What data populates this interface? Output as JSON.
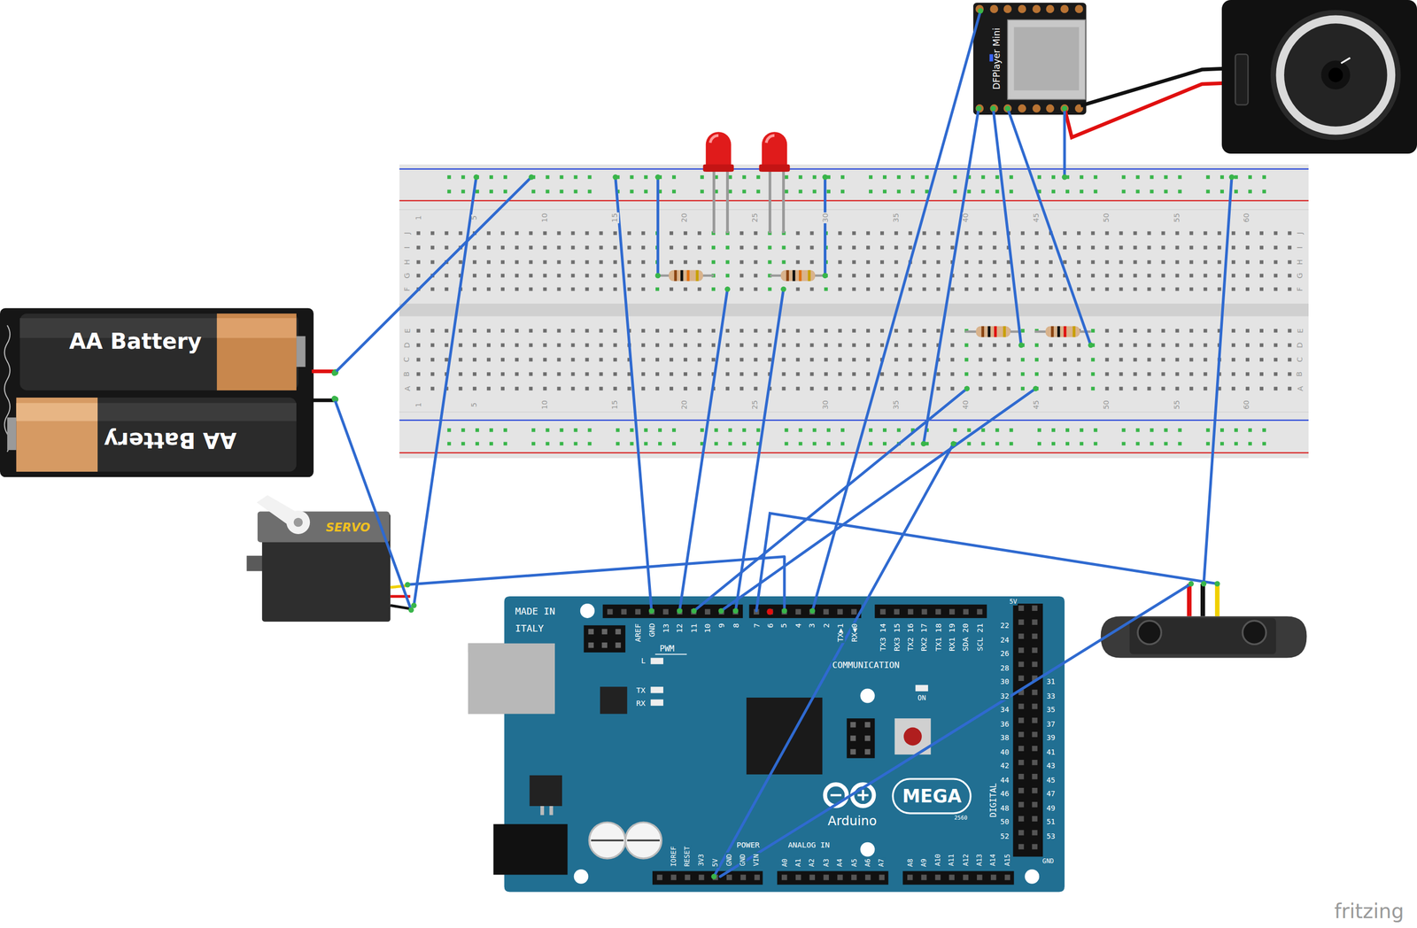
{
  "diagram": {
    "nodes": [
      {
        "text": [
          "AA Battery",
          "AA Battery"
        ]
      },
      {
        "text": [
          "SERVO"
        ]
      },
      {
        "text": [
          "DFPlayer Mini"
        ]
      },
      {
        "text": [
          "MADE IN",
          "ITALY",
          "AREF",
          "GND",
          "13",
          "12",
          "11",
          "10",
          "9",
          "8",
          "7",
          "6",
          "5",
          "4",
          "3",
          "2",
          "TX▶1",
          "RX◀0",
          "TX3 14",
          "RX3 15",
          "TX2 16",
          "RX2 17",
          "TX1 18",
          "RX1 19",
          "SDA 20",
          "SCL 21",
          "PWM",
          "L",
          "TX",
          "RX",
          "COMMUNICATION",
          "ON",
          "MEGA",
          "Arduino",
          "2560",
          "DIGITAL",
          "5V",
          "GND",
          "22",
          "24",
          "26",
          "28",
          "30",
          "32",
          "34",
          "36",
          "38",
          "40",
          "42",
          "44",
          "46",
          "48",
          "50",
          "52",
          "31",
          "33",
          "35",
          "37",
          "39",
          "41",
          "43",
          "45",
          "47",
          "49",
          "51",
          "53",
          "IOREF",
          "RESET",
          "3V3",
          "5V",
          "GND",
          "GND",
          "VIN",
          "POWER",
          "ANALOG IN",
          "A0",
          "A1",
          "A2",
          "A3",
          "A4",
          "A5",
          "A6",
          "A7",
          "A8",
          "A9",
          "A10",
          "A11",
          "A12",
          "A13",
          "A14",
          "A15"
        ]
      },
      {
        "text": [
          "1",
          "5",
          "10",
          "15",
          "20",
          "25",
          "30",
          "35",
          "40",
          "45",
          "50",
          "55",
          "60",
          "1",
          "5",
          "10",
          "15",
          "20",
          "25",
          "30",
          "35",
          "40",
          "45",
          "50",
          "55",
          "60",
          "J",
          "I",
          "H",
          "G",
          "F",
          "E",
          "D",
          "C",
          "B",
          "A",
          "J",
          "I",
          "H",
          "G",
          "F",
          "E",
          "D",
          "C",
          "B",
          "A"
        ]
      }
    ],
    "edges": [
      {
        "from": 0,
        "to": 4,
        "arrow": "none"
      },
      {
        "from": 0,
        "to": 1,
        "arrow": "none"
      },
      {
        "from": 1,
        "to": 4,
        "arrow": "none"
      },
      {
        "from": 1,
        "to": 3,
        "arrow": "none"
      },
      {
        "from": 3,
        "to": 4,
        "arrow": "none"
      },
      {
        "from": 3,
        "to": 4,
        "arrow": "none"
      },
      {
        "from": 3,
        "to": 4,
        "arrow": "none"
      },
      {
        "from": 3,
        "to": 4,
        "arrow": "none"
      },
      {
        "from": 3,
        "to": 4,
        "arrow": "none"
      },
      {
        "from": 3,
        "to": 2,
        "arrow": "none"
      },
      {
        "from": 3,
        "to": 4,
        "arrow": "none"
      },
      {
        "from": 2,
        "to": 4,
        "arrow": "none"
      },
      {
        "from": 2,
        "to": 4,
        "arrow": "none"
      },
      {
        "from": 2,
        "to": 4,
        "arrow": "none"
      },
      {
        "from": 2,
        "to": 4,
        "arrow": "none"
      }
    ],
    "labels": [
      "fritzing"
    ]
  }
}
